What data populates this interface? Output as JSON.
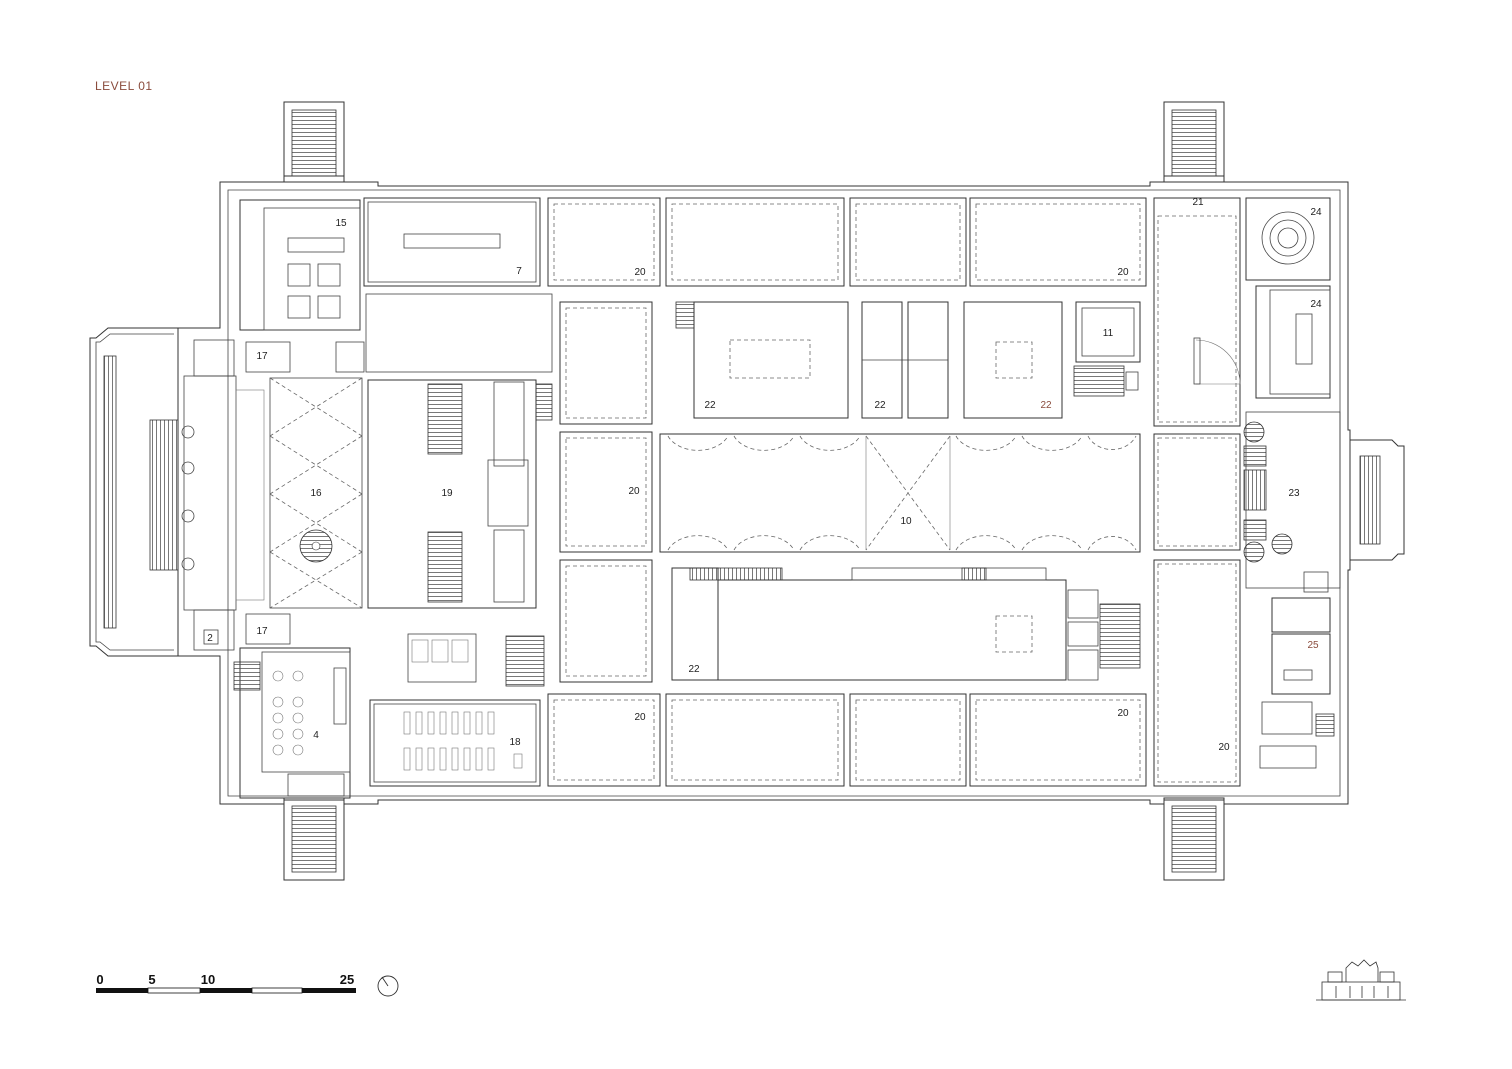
{
  "title": "LEVEL 01",
  "rooms": {
    "r15": "15",
    "r7": "7",
    "r20a": "20",
    "r20b": "20",
    "r21": "21",
    "r24a": "24",
    "r24b": "24",
    "r17a": "17",
    "r11": "11",
    "r22a": "22",
    "r22b": "22",
    "r22c": "22",
    "r16": "16",
    "r19": "19",
    "r20c": "20",
    "r10": "10",
    "r23": "23",
    "r2": "2",
    "r17b": "17",
    "r22d": "22",
    "r25": "25",
    "r4": "4",
    "r18": "18",
    "r20d": "20",
    "r20e": "20",
    "r20f": "20"
  },
  "scale_bar": {
    "t0": "0",
    "t5": "5",
    "t10": "10",
    "t25": "25"
  },
  "icons": {
    "north": "north-arrow-icon",
    "elevation": "building-elevation-icon"
  }
}
